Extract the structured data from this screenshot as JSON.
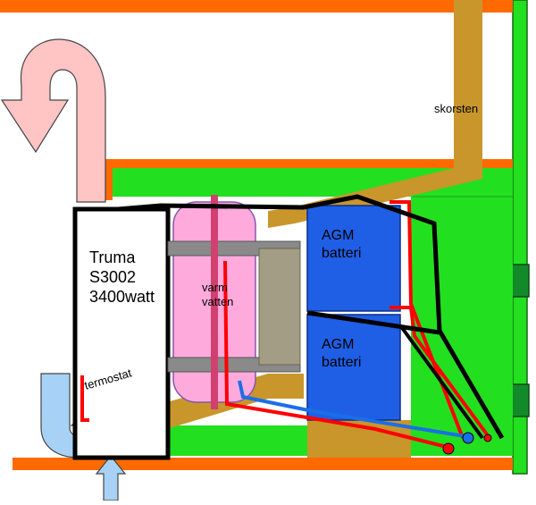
{
  "labels": {
    "chimney": "skorsten",
    "heater_line1": "Truma",
    "heater_line2": "S3002",
    "heater_line3": "3400watt",
    "thermostat": "termostat",
    "tank_line1": "varm",
    "tank_line2": "vatten",
    "battery_top_line1": "AGM",
    "battery_top_line2": "batteri",
    "battery_bottom_line1": "AGM",
    "battery_bottom_line2": "batteri"
  },
  "colors": {
    "frame_orange": "#ff6a00",
    "wall_green": "#22e01f",
    "chimney_tan": "#c8962a",
    "battery_blue": "#1f5fe6",
    "tank_pink": "#ffaadd",
    "hot_air_pink": "#ffc4c4",
    "cold_air_blue": "#a8d2f5",
    "wire_red": "#ff0000",
    "wire_black": "#000000",
    "wire_blue": "#1a6fe8",
    "clamp_gray": "#9d9a8a"
  }
}
